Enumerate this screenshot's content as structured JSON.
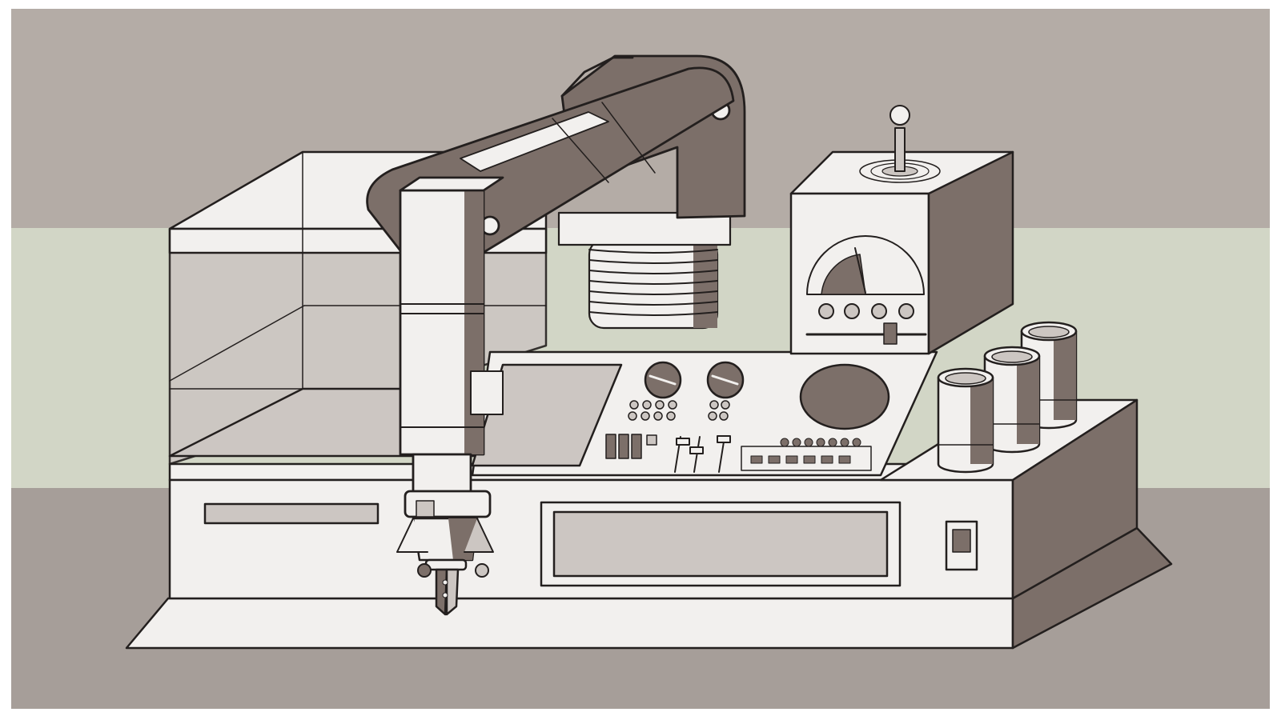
{
  "palette": {
    "frame": "#ffffff",
    "backdrop_top": "#b4aca6",
    "backdrop_band": "#d2d6c6",
    "backdrop_floor": "#a69e99",
    "surface_light": "#f2f0ee",
    "surface_mid": "#ccc6c2",
    "surface_dark": "#7c6f69",
    "outline": "#231f1e"
  },
  "illustration": {
    "subject_icon": "robotic-arm-workstation-icon",
    "parts": [
      "enclosure-cabinet",
      "robot-arm",
      "gripper",
      "bellows-column",
      "control-panel",
      "joystick-unit",
      "analog-meter",
      "storage-canisters",
      "power-switch",
      "base-drawer"
    ]
  }
}
